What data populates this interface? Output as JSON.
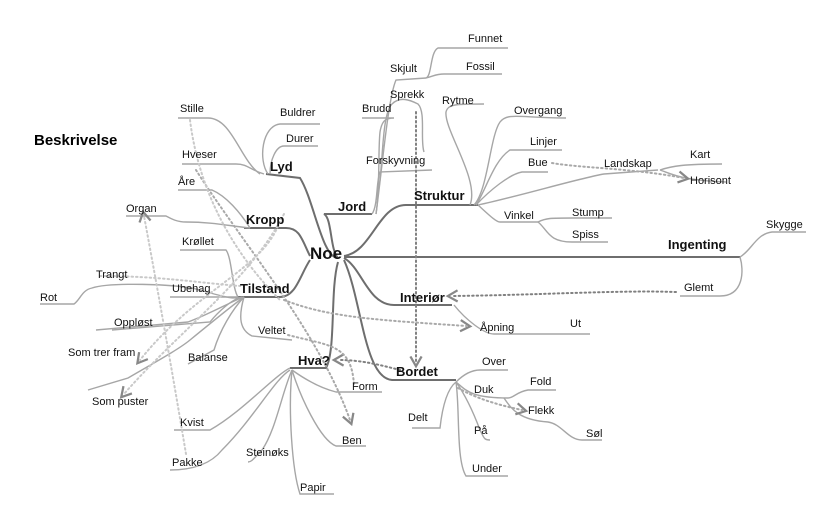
{
  "title": "Beskrivelse",
  "center": "Noe",
  "branches": {
    "lyd": "Lyd",
    "kropp": "Kropp",
    "tilstand": "Tilstand",
    "jord": "Jord",
    "struktur": "Struktur",
    "ingenting": "Ingenting",
    "interior": "Interiør",
    "hva": "Hva?",
    "bordet": "Bordet"
  },
  "leaves": {
    "stille": "Stille",
    "buldrer": "Buldrer",
    "durer": "Durer",
    "hveser": "Hveser",
    "are": "Åre",
    "organ": "Organ",
    "krollet": "Krøllet",
    "trangt": "Trangt",
    "ubehag": "Ubehag",
    "rot": "Rot",
    "opplost": "Oppløst",
    "som_trer_fram": "Som trer fram",
    "som_puster": "Som puster",
    "balanse": "Balanse",
    "veltet": "Veltet",
    "kvist": "Kvist",
    "pakke": "Pakke",
    "steinoks": "Steinøks",
    "papir": "Papir",
    "form": "Form",
    "ben": "Ben",
    "skjult": "Skjult",
    "funnet": "Funnet",
    "fossil": "Fossil",
    "sprekk": "Sprekk",
    "brudd": "Brudd",
    "forskyvning": "Forskyvning",
    "rytme": "Rytme",
    "overgang": "Overgang",
    "linjer": "Linjer",
    "bue": "Bue",
    "landskap": "Landskap",
    "kart": "Kart",
    "horisont": "Horisont",
    "vinkel": "Vinkel",
    "stump": "Stump",
    "spiss": "Spiss",
    "skygge": "Skygge",
    "glemt": "Glemt",
    "apning": "Åpning",
    "ut": "Ut",
    "over": "Over",
    "duk": "Duk",
    "fold": "Fold",
    "flekk": "Flekk",
    "sol": "Søl",
    "delt": "Delt",
    "pa": "På",
    "under": "Under"
  }
}
